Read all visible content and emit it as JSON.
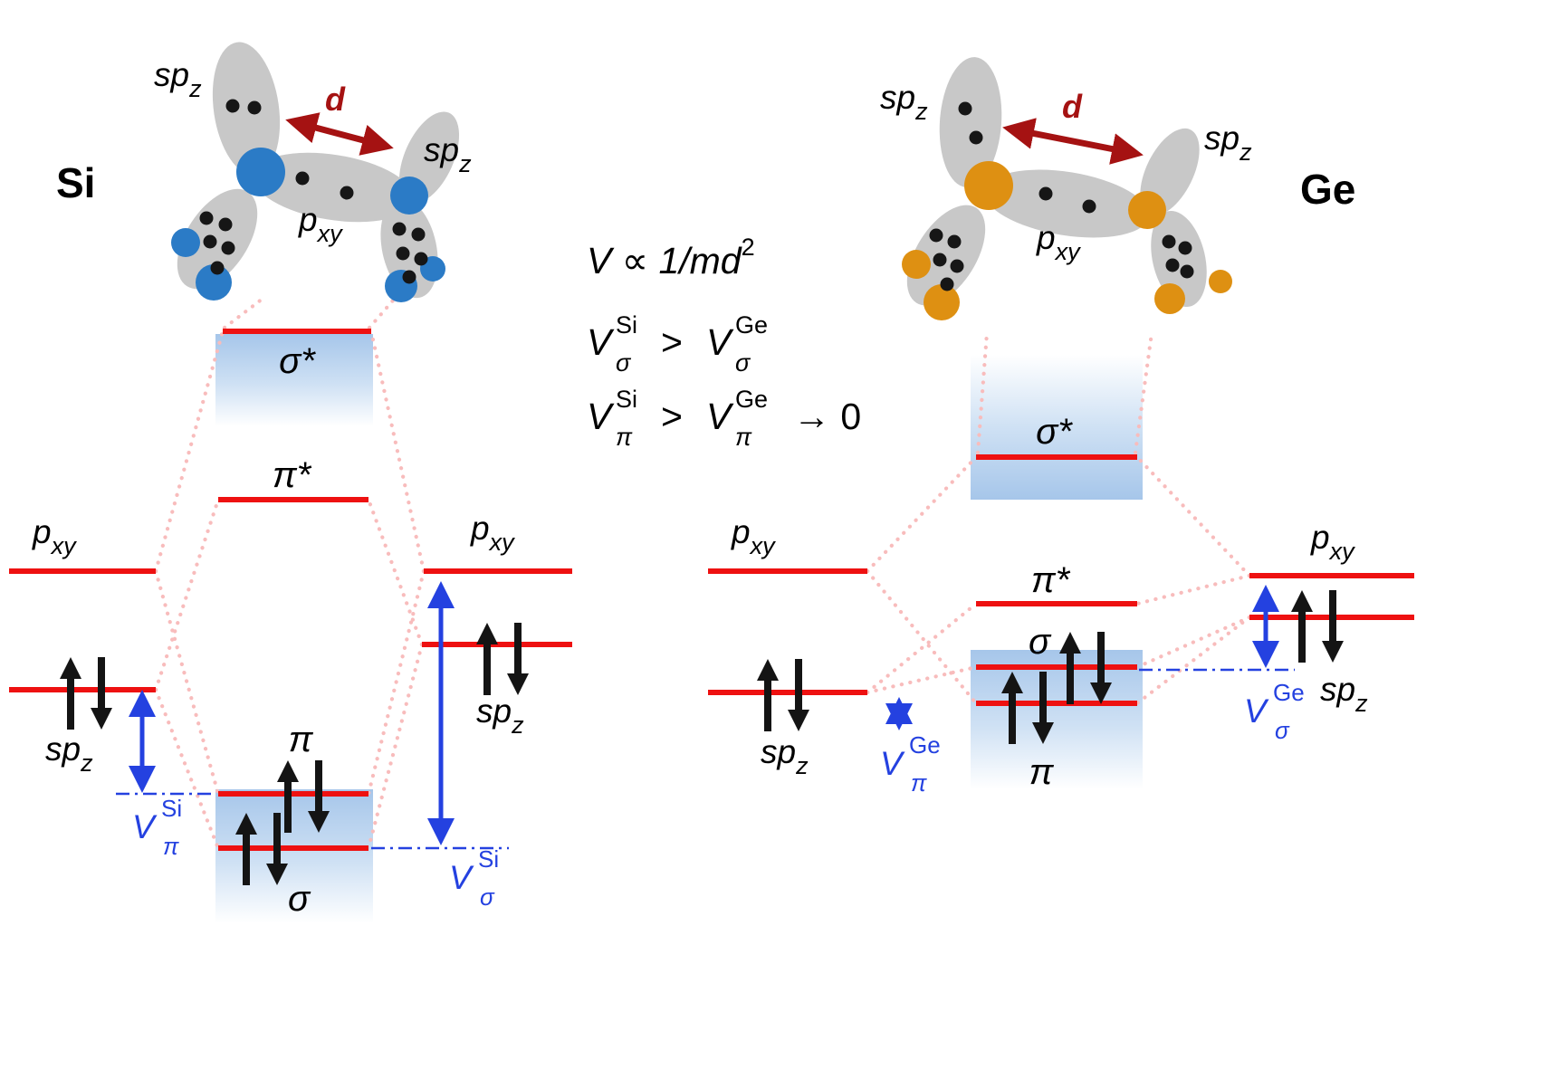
{
  "equations": {
    "scaling": {
      "v": "V",
      "prop": " ∝ ",
      "expr": "1/md",
      "exp": "2"
    },
    "sigma_compare": {
      "lhs": {
        "base": "V",
        "sub": "σ",
        "sup": "Si"
      },
      "rel": ">",
      "rhs": {
        "base": "V",
        "sub": "σ",
        "sup": "Ge"
      }
    },
    "pi_compare": {
      "lhs": {
        "base": "V",
        "sub": "π",
        "sup": "Si"
      },
      "rel": ">",
      "rhs": {
        "base": "V",
        "sub": "π",
        "sup": "Ge"
      },
      "limit": "→ 0"
    }
  },
  "panels": {
    "si": {
      "element": "Si",
      "cartoon": {
        "spz_upper": {
          "base": "sp",
          "sub": "z"
        },
        "spz_right": {
          "base": "sp",
          "sub": "z"
        },
        "pxy": {
          "base": "p",
          "sub": "xy"
        },
        "distance": "d"
      },
      "levels": {
        "sigma_star": "σ*",
        "pi_star": "π*",
        "pi": "π",
        "sigma": "σ",
        "pxy_left": {
          "base": "p",
          "sub": "xy"
        },
        "spz_left": {
          "base": "sp",
          "sub": "z"
        },
        "pxy_right": {
          "base": "p",
          "sub": "xy"
        },
        "spz_right": {
          "base": "sp",
          "sub": "z"
        }
      },
      "couplings": {
        "v_pi": {
          "base": "V",
          "sub": "π",
          "sup": "Si"
        },
        "v_sigma": {
          "base": "V",
          "sub": "σ",
          "sup": "Si"
        }
      }
    },
    "ge": {
      "element": "Ge",
      "cartoon": {
        "spz_upper": {
          "base": "sp",
          "sub": "z"
        },
        "spz_right": {
          "base": "sp",
          "sub": "z"
        },
        "pxy": {
          "base": "p",
          "sub": "xy"
        },
        "distance": "d"
      },
      "levels": {
        "sigma_star": "σ*",
        "pi_star": "π*",
        "pi": "π",
        "sigma": "σ",
        "pxy_left": {
          "base": "p",
          "sub": "xy"
        },
        "spz_left": {
          "base": "sp",
          "sub": "z"
        },
        "pxy_right": {
          "base": "p",
          "sub": "xy"
        },
        "spz_right": {
          "base": "sp",
          "sub": "z"
        }
      },
      "couplings": {
        "v_pi": {
          "base": "V",
          "sub": "π",
          "sup": "Ge"
        },
        "v_sigma": {
          "base": "V",
          "sub": "σ",
          "sup": "Ge"
        }
      }
    }
  },
  "colors": {
    "level_red": "#ee1111",
    "connector_pink": "#f8bcbc",
    "band_blue": "#a6c6ea",
    "coupling_blue": "#2441e0",
    "si_atom_blue": "#2b7bc6",
    "ge_atom_orange": "#de9012",
    "distance_arrow_red": "#a51212",
    "lobe_gray": "#c8c8c8",
    "electron_black": "#161616"
  }
}
